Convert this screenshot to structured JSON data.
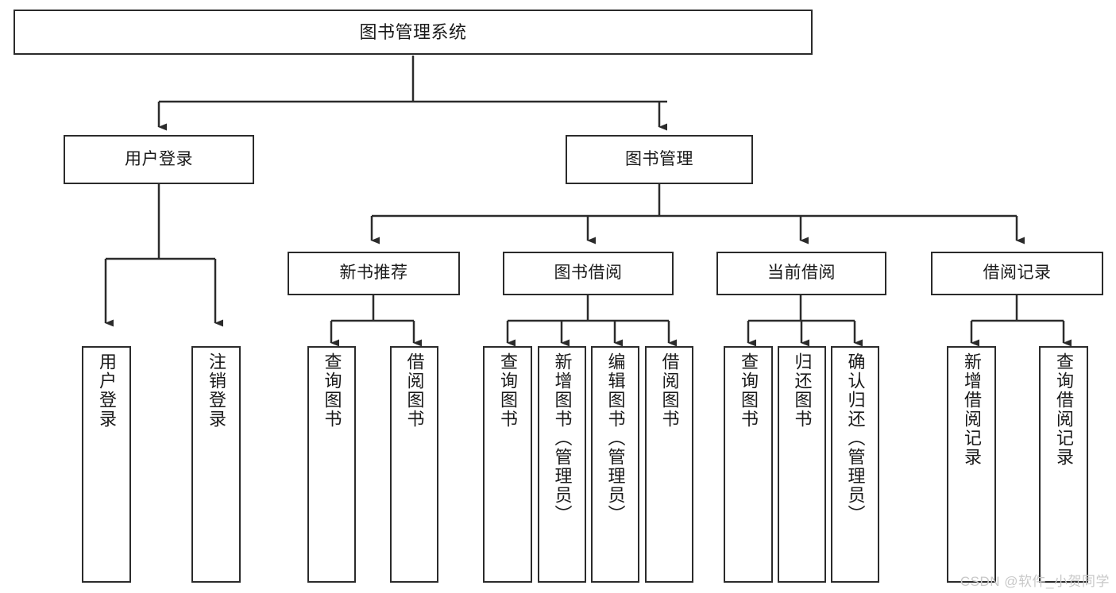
{
  "diagram": {
    "type": "tree-hierarchy",
    "title": "图书管理系统",
    "watermark": "CSDN @软件_小贺同学",
    "colors": {
      "stroke": "#2b2b2b",
      "fill": "#ffffff",
      "text": "#1a1a1a",
      "watermark": "#c8c8c8"
    },
    "nodes": {
      "root": {
        "label": "图书管理系统",
        "level": 1,
        "orientation": "horizontal"
      },
      "user_login": {
        "label": "用户登录",
        "level": 2,
        "orientation": "horizontal"
      },
      "book_manage": {
        "label": "图书管理",
        "level": 2,
        "orientation": "horizontal"
      },
      "new_book_rec": {
        "label": "新书推荐",
        "level": 3,
        "orientation": "horizontal"
      },
      "book_borrow": {
        "label": "图书借阅",
        "level": 3,
        "orientation": "horizontal"
      },
      "current_borrow": {
        "label": "当前借阅",
        "level": 3,
        "orientation": "horizontal"
      },
      "borrow_record": {
        "label": "借阅记录",
        "level": 3,
        "orientation": "horizontal"
      },
      "leaf_user_login": {
        "label": "用户登录",
        "level": 3,
        "orientation": "vertical"
      },
      "leaf_logout": {
        "label": "注销登录",
        "level": 3,
        "orientation": "vertical"
      },
      "leaf_query_book_1": {
        "label": "查询图书",
        "level": 4,
        "orientation": "vertical"
      },
      "leaf_borrow_book_1": {
        "label": "借阅图书",
        "level": 4,
        "orientation": "vertical"
      },
      "leaf_query_book_2": {
        "label": "查询图书",
        "level": 4,
        "orientation": "vertical"
      },
      "leaf_add_book": {
        "label": "新增图书（管理员）",
        "level": 4,
        "orientation": "vertical"
      },
      "leaf_edit_book": {
        "label": "编辑图书（管理员）",
        "level": 4,
        "orientation": "vertical"
      },
      "leaf_borrow_book_2": {
        "label": "借阅图书",
        "level": 4,
        "orientation": "vertical"
      },
      "leaf_query_book_3": {
        "label": "查询图书",
        "level": 4,
        "orientation": "vertical"
      },
      "leaf_return_book": {
        "label": "归还图书",
        "level": 4,
        "orientation": "vertical"
      },
      "leaf_confirm_return": {
        "label": "确认归还（管理员）",
        "level": 4,
        "orientation": "vertical"
      },
      "leaf_add_record": {
        "label": "新增借阅记录",
        "level": 4,
        "orientation": "vertical"
      },
      "leaf_query_record": {
        "label": "查询借阅记录",
        "level": 4,
        "orientation": "vertical"
      }
    },
    "edges": [
      {
        "from": "root",
        "to": "user_login"
      },
      {
        "from": "root",
        "to": "book_manage"
      },
      {
        "from": "user_login",
        "to": "leaf_user_login"
      },
      {
        "from": "user_login",
        "to": "leaf_logout"
      },
      {
        "from": "book_manage",
        "to": "new_book_rec"
      },
      {
        "from": "book_manage",
        "to": "book_borrow"
      },
      {
        "from": "book_manage",
        "to": "current_borrow"
      },
      {
        "from": "book_manage",
        "to": "borrow_record"
      },
      {
        "from": "new_book_rec",
        "to": "leaf_query_book_1"
      },
      {
        "from": "new_book_rec",
        "to": "leaf_borrow_book_1"
      },
      {
        "from": "book_borrow",
        "to": "leaf_query_book_2"
      },
      {
        "from": "book_borrow",
        "to": "leaf_add_book"
      },
      {
        "from": "book_borrow",
        "to": "leaf_edit_book"
      },
      {
        "from": "book_borrow",
        "to": "leaf_borrow_book_2"
      },
      {
        "from": "current_borrow",
        "to": "leaf_query_book_3"
      },
      {
        "from": "current_borrow",
        "to": "leaf_return_book"
      },
      {
        "from": "current_borrow",
        "to": "leaf_confirm_return"
      },
      {
        "from": "borrow_record",
        "to": "leaf_add_record"
      },
      {
        "from": "borrow_record",
        "to": "leaf_query_record"
      }
    ]
  }
}
